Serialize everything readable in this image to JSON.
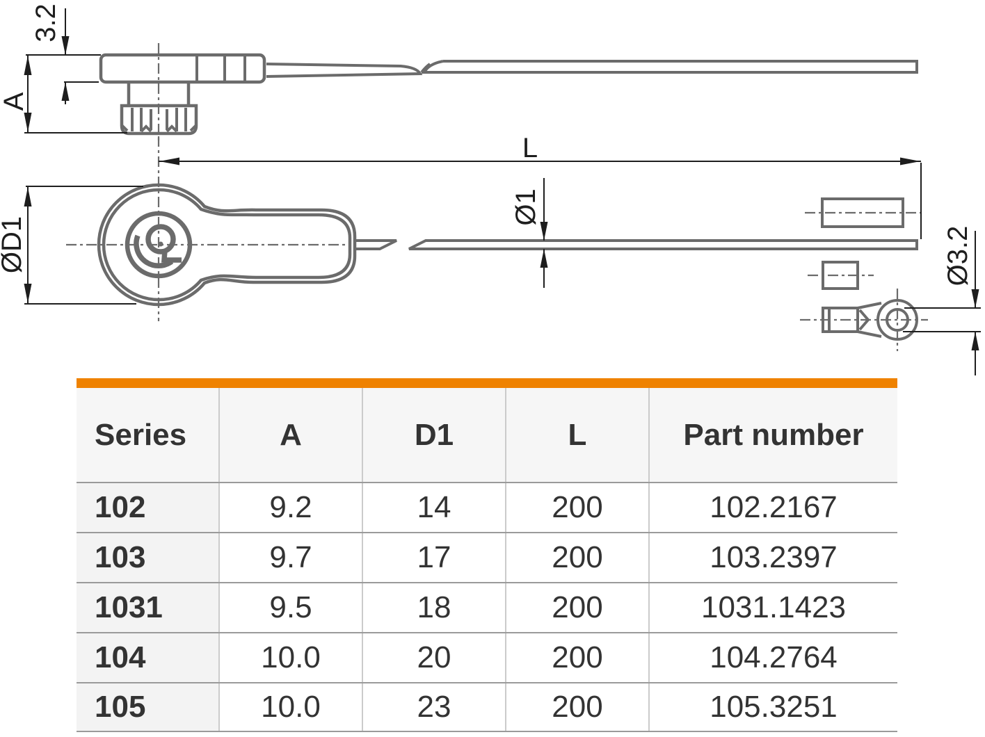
{
  "drawing": {
    "labels": {
      "thickness": "3.2",
      "height": "A",
      "length": "L",
      "head_diameter": "ØD1",
      "wire_diameter": "Ø1",
      "eyelet_hole_diameter": "Ø3.2"
    },
    "colors": {
      "outline": "#6b6b6b",
      "dimension": "#1e1e1e"
    }
  },
  "table": {
    "accent_color": "#ef8200",
    "columns": [
      "Series",
      "A",
      "D1",
      "L",
      "Part number"
    ],
    "rows": [
      {
        "series": "102",
        "a": "9.2",
        "d1": "14",
        "l": "200",
        "part_number": "102.2167"
      },
      {
        "series": "103",
        "a": "9.7",
        "d1": "17",
        "l": "200",
        "part_number": "103.2397"
      },
      {
        "series": "1031",
        "a": "9.5",
        "d1": "18",
        "l": "200",
        "part_number": "1031.1423"
      },
      {
        "series": "104",
        "a": "10.0",
        "d1": "20",
        "l": "200",
        "part_number": "104.2764"
      },
      {
        "series": "105",
        "a": "10.0",
        "d1": "23",
        "l": "200",
        "part_number": "105.3251"
      }
    ]
  }
}
